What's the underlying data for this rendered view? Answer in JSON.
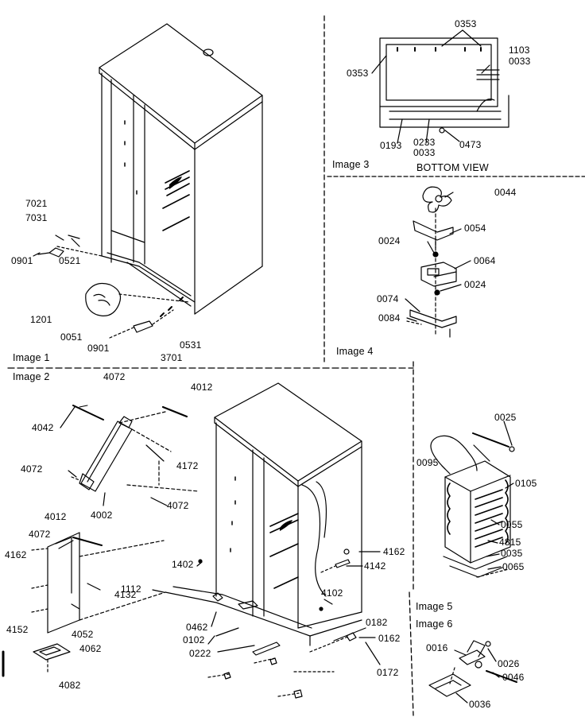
{
  "image_captions": {
    "image1": "Image 1",
    "image2": "Image 2",
    "image3": "Image 3",
    "image4": "Image 4",
    "image5": "Image 5",
    "image6": "Image 6",
    "bottom_view": "BOTTOM VIEW"
  },
  "part_numbers": {
    "p7021": "7021",
    "p7031": "7031",
    "p0901a": "0901",
    "p0521": "0521",
    "p1201": "1201",
    "p0051": "0051",
    "p0901b": "0901",
    "p0531": "0531",
    "p3701": "3701",
    "p0353a": "0353",
    "p0353b": "0353",
    "p1103": "1103",
    "p0033a": "0033",
    "p0193": "0193",
    "p0233": "0233",
    "p0033b": "0033",
    "p0473": "0473",
    "p0044": "0044",
    "p0054": "0054",
    "p0024a": "0024",
    "p0064": "0064",
    "p0024b": "0024",
    "p0074": "0074",
    "p0084": "0084",
    "p4072a": "4072",
    "p4012a": "4012",
    "p4042": "4042",
    "p4172": "4172",
    "p4072b": "4072",
    "p4002": "4002",
    "p4072c": "4072",
    "p4012b": "4012",
    "p4072d": "4072",
    "p4162a": "4162",
    "p4132": "4132",
    "p4152": "4152",
    "p4052": "4052",
    "p4062": "4062",
    "p4082": "4082",
    "p1402": "1402",
    "p1112": "1112",
    "p0462": "0462",
    "p0102": "0102",
    "p0222": "0222",
    "p4162b": "4162",
    "p4142": "4142",
    "p4102": "4102",
    "p0182": "0182",
    "p0162": "0162",
    "p0172": "0172",
    "p0025": "0025",
    "p0095": "0095",
    "p0105": "0105",
    "p0055": "0055",
    "p4815": "4815",
    "p0035": "0035",
    "p0065": "0065",
    "p0016": "0016",
    "p0026": "0026",
    "p0046": "0046",
    "p0036": "0036"
  }
}
